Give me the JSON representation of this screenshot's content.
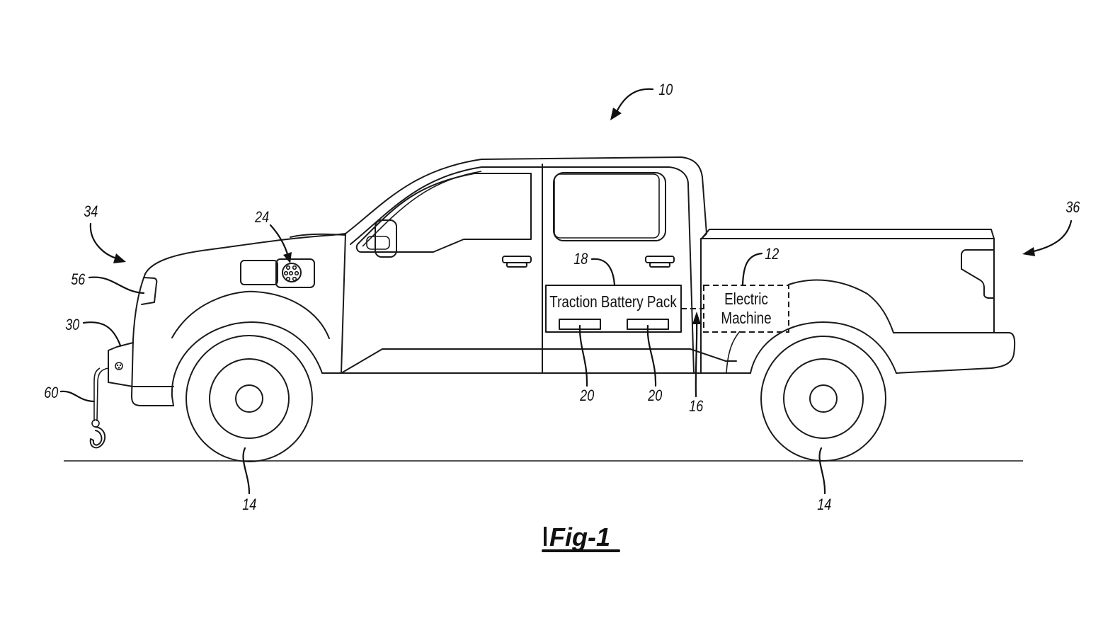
{
  "figure": {
    "caption": "Fig-1",
    "caption_prefix_glyph": "I"
  },
  "components": {
    "traction_battery_pack": "Traction Battery Pack",
    "electric_machine_line1": "Electric",
    "electric_machine_line2": "Machine"
  },
  "reference_numerals": {
    "vehicle": "10",
    "electric_machine": "12",
    "wheel_front": "14",
    "wheel_rear": "14",
    "connection": "16",
    "battery_pack": "18",
    "cell_left": "20",
    "cell_right": "20",
    "charge_port": "24",
    "front_bumper_outlet": "30",
    "front_end": "34",
    "rear_end": "36",
    "headlamp": "56",
    "tow_hook": "60"
  }
}
